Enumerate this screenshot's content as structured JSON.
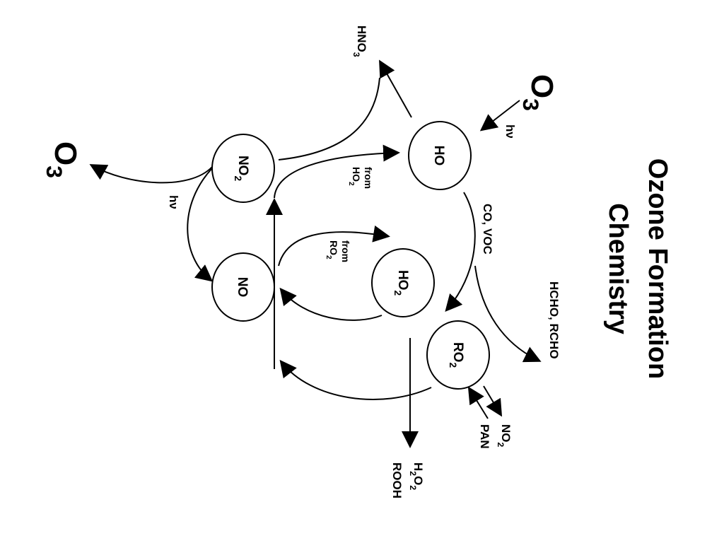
{
  "title": {
    "line1": "Ozone Formation",
    "line2": "Chemistry"
  },
  "nodes": {
    "ho": {
      "main": "HO"
    },
    "no2": {
      "main": "NO",
      "sub": "2"
    },
    "no": {
      "main": "NO"
    },
    "ho2": {
      "main": "HO",
      "sub": "2"
    },
    "ro2": {
      "main": "RO",
      "sub": "2"
    }
  },
  "labels": {
    "o3_top": {
      "main": "O",
      "sub": "3"
    },
    "o3_left": {
      "main": "O",
      "sub": "3"
    },
    "hv_top": "hν",
    "hv_left": "hν",
    "hno3": {
      "main": "HNO",
      "sub": "3"
    },
    "co_voc": "CO, VOC",
    "hcho_rcho": "HCHO, RCHO",
    "no2_pan": {
      "line1_main": "NO",
      "line1_sub": "2",
      "line2": "PAN"
    },
    "h2o2_rooh": {
      "pre": "H",
      "sub1": "2",
      "mid": "O",
      "sub2": "2",
      "line2": "ROOH"
    },
    "from_ho2": {
      "line1": "from",
      "line2_main": "HO",
      "line2_sub": "2"
    },
    "from_ro2": {
      "line1": "from",
      "line2_main": "RO",
      "line2_sub": "2"
    }
  }
}
